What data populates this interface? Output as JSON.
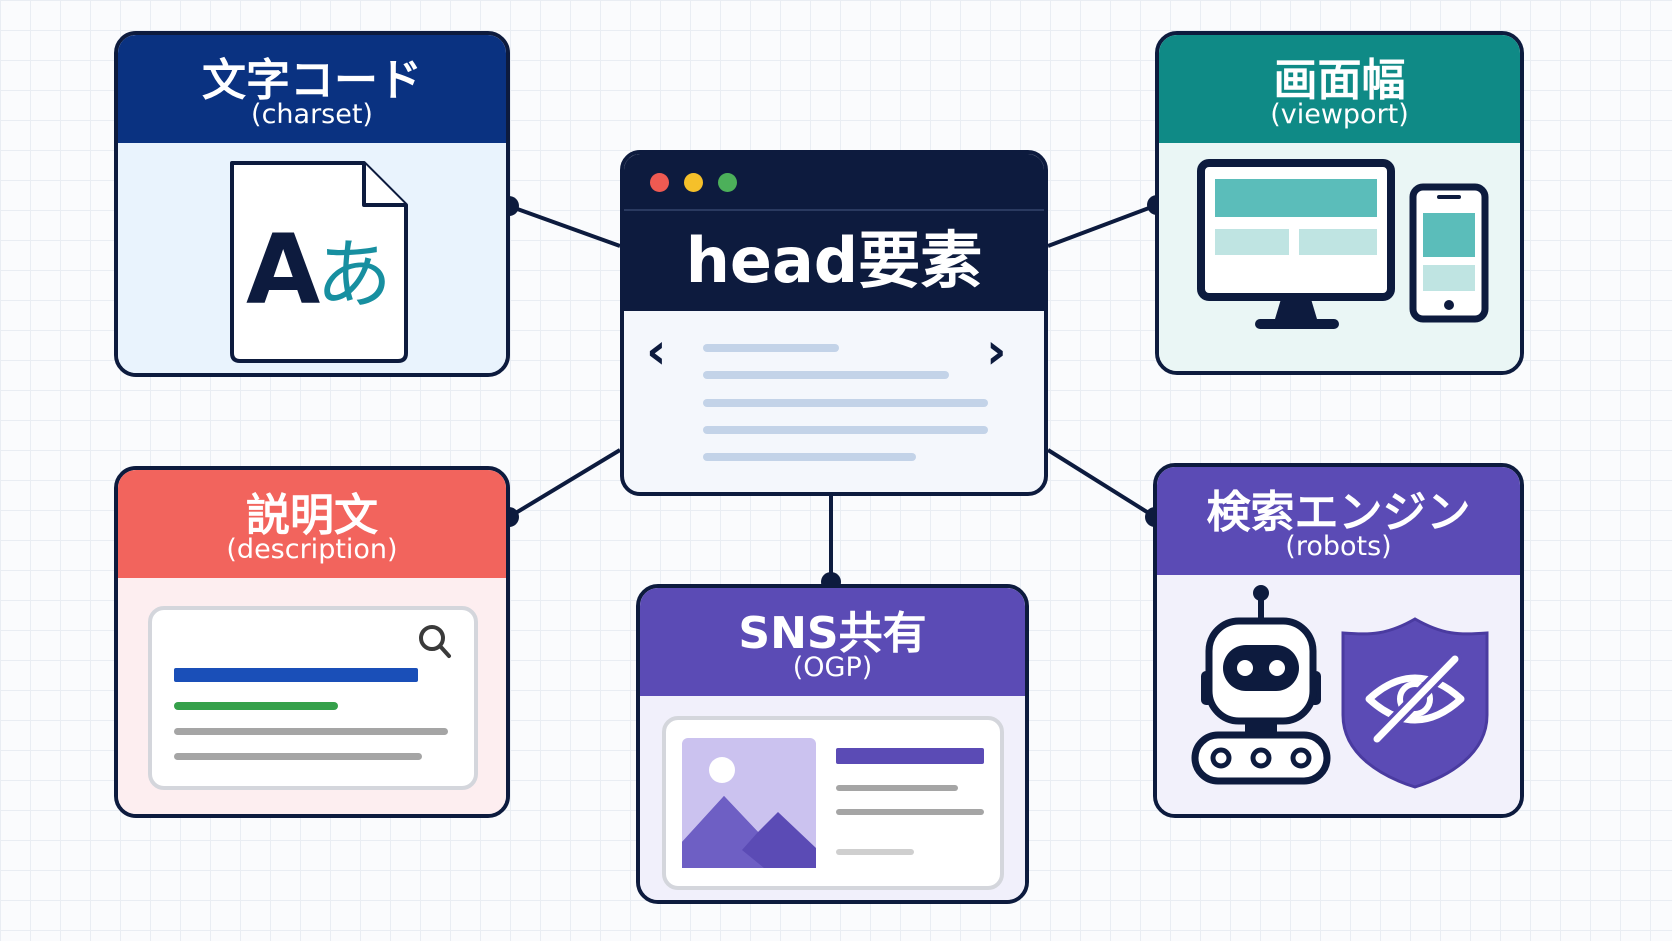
{
  "center": {
    "title": "head要素",
    "window_dots": [
      "#ee5a52",
      "#f5c02a",
      "#4cb05a"
    ]
  },
  "cards": {
    "charset": {
      "title": "文字コード",
      "subtitle": "(charset)",
      "icon": "document-letters-icon",
      "glyph_latin": "A",
      "glyph_kana": "あ",
      "header_color": "#0a3281",
      "body_color": "#e9f3fd"
    },
    "viewport": {
      "title": "画面幅",
      "subtitle": "(viewport)",
      "icon": "monitor-and-phone-icon",
      "header_color": "#0f8a86",
      "body_color": "#eaf6f5"
    },
    "description": {
      "title": "説明文",
      "subtitle": "(description)",
      "icon": "search-result-icon",
      "header_color": "#f2645d",
      "body_color": "#fdeef0"
    },
    "ogp": {
      "title": "SNS共有",
      "subtitle": "(OGP)",
      "icon": "share-card-icon",
      "header_color": "#5b4bb5",
      "body_color": "#f1f0fb"
    },
    "robots": {
      "title": "検索エンジン",
      "subtitle": "(robots)",
      "icon": "robot-and-hidden-eye-shield-icon",
      "header_color": "#5b4bb5",
      "body_color": "#f2f1fb"
    }
  }
}
